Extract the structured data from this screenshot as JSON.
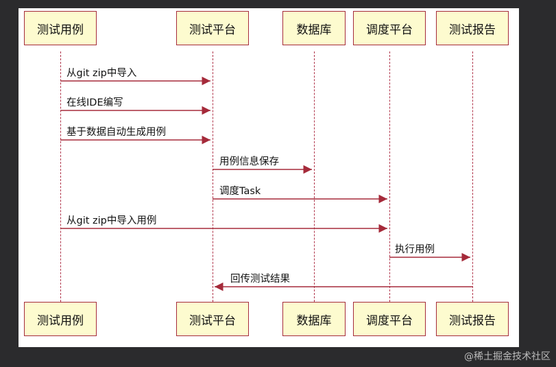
{
  "participants": [
    "测试用例",
    "测试平台",
    "数据库",
    "调度平台",
    "测试报告"
  ],
  "messages": [
    {
      "from": 0,
      "to": 1,
      "label": "从git zip中导入"
    },
    {
      "from": 0,
      "to": 1,
      "label": "在线IDE编写"
    },
    {
      "from": 0,
      "to": 1,
      "label": "基于数据自动生成用例"
    },
    {
      "from": 1,
      "to": 2,
      "label": "用例信息保存"
    },
    {
      "from": 1,
      "to": 3,
      "label": "调度Task"
    },
    {
      "from": 0,
      "to": 3,
      "label": "从git zip中导入用例"
    },
    {
      "from": 3,
      "to": 4,
      "label": "执行用例"
    },
    {
      "from": 4,
      "to": 1,
      "label": "回传测试结果"
    }
  ],
  "watermark": "@稀土掘金技术社区",
  "colors": {
    "actor_fill": "#fdfbcf",
    "line": "#a52a3a"
  }
}
